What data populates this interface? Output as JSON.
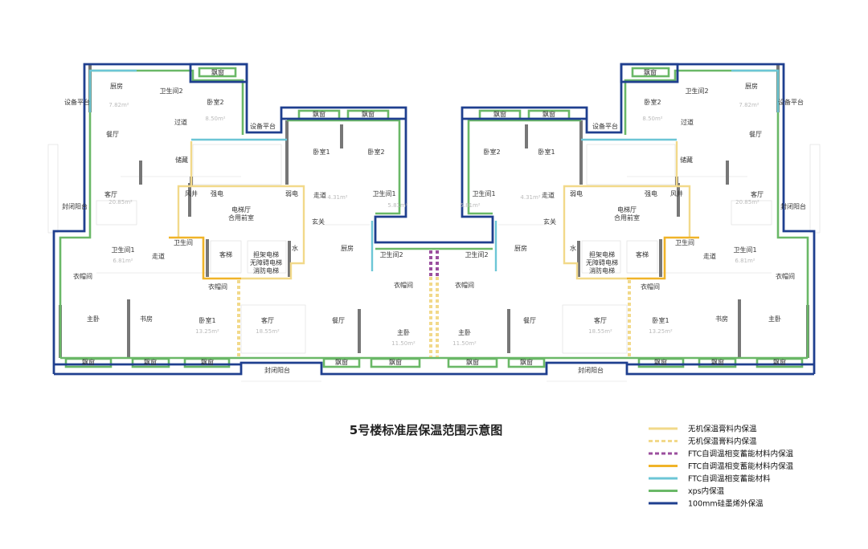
{
  "title": "5号楼标准层保温范围示意图",
  "colors": {
    "inorganic_paste": "#f2d98a",
    "ftc_dashed": "#9b4f9e",
    "ftc_orange": "#f0b429",
    "ftc_cyan": "#6cc6d6",
    "xps": "#6ab867",
    "graphite": "#1f3f8f",
    "wall": "#777777"
  },
  "legend": [
    {
      "label": "无机保温膏料内保温",
      "style": "solid",
      "color": "#f2d98a"
    },
    {
      "label": "无机保温膏料内保温",
      "style": "dashed",
      "color": "#f2d98a"
    },
    {
      "label": "FTC自调温相变蓄能材料内保温",
      "style": "dashed",
      "color": "#9b4f9e"
    },
    {
      "label": "FTC自调温相变蓄能材料内保温",
      "style": "solid",
      "color": "#f0b429"
    },
    {
      "label": "FTC自调温相变蓄能材料",
      "style": "solid",
      "color": "#6cc6d6"
    },
    {
      "label": "xps内保温",
      "style": "solid",
      "color": "#6ab867"
    },
    {
      "label": "100mm硅墨烯外保温",
      "style": "solid",
      "color": "#1f3f8f"
    }
  ],
  "rooms": [
    "厨房",
    "卫生间2",
    "卧室2",
    "过道",
    "餐厅",
    "储藏",
    "客厅",
    "风井",
    "强电",
    "电梯厅",
    "合用前室",
    "弱电",
    "走道",
    "卫生间1",
    "玄关",
    "厨房",
    "卫生间2",
    "卫生间1",
    "走道",
    "卫生间",
    "客梯",
    "担架电梯",
    "无障碍电梯",
    "消防电梯",
    "水",
    "衣帽间",
    "衣帽间",
    "衣帽间",
    "主卧",
    "书房",
    "卧室1",
    "客厅",
    "餐厅",
    "主卧",
    "封闭阳台",
    "封闭阳台",
    "设备平台",
    "设备平台",
    "卧室1",
    "卧室2",
    "飘窗",
    "飘窗",
    "飘窗",
    "飘窗",
    "飘窗",
    "飘窗",
    "飘窗",
    "飘窗"
  ],
  "areas": [
    "7.82m²",
    "8.50m²",
    "20.85m²",
    "6.81m²",
    "13.25m²",
    "18.55m²",
    "11.50m²",
    "4.31m²",
    "5.81m²"
  ]
}
